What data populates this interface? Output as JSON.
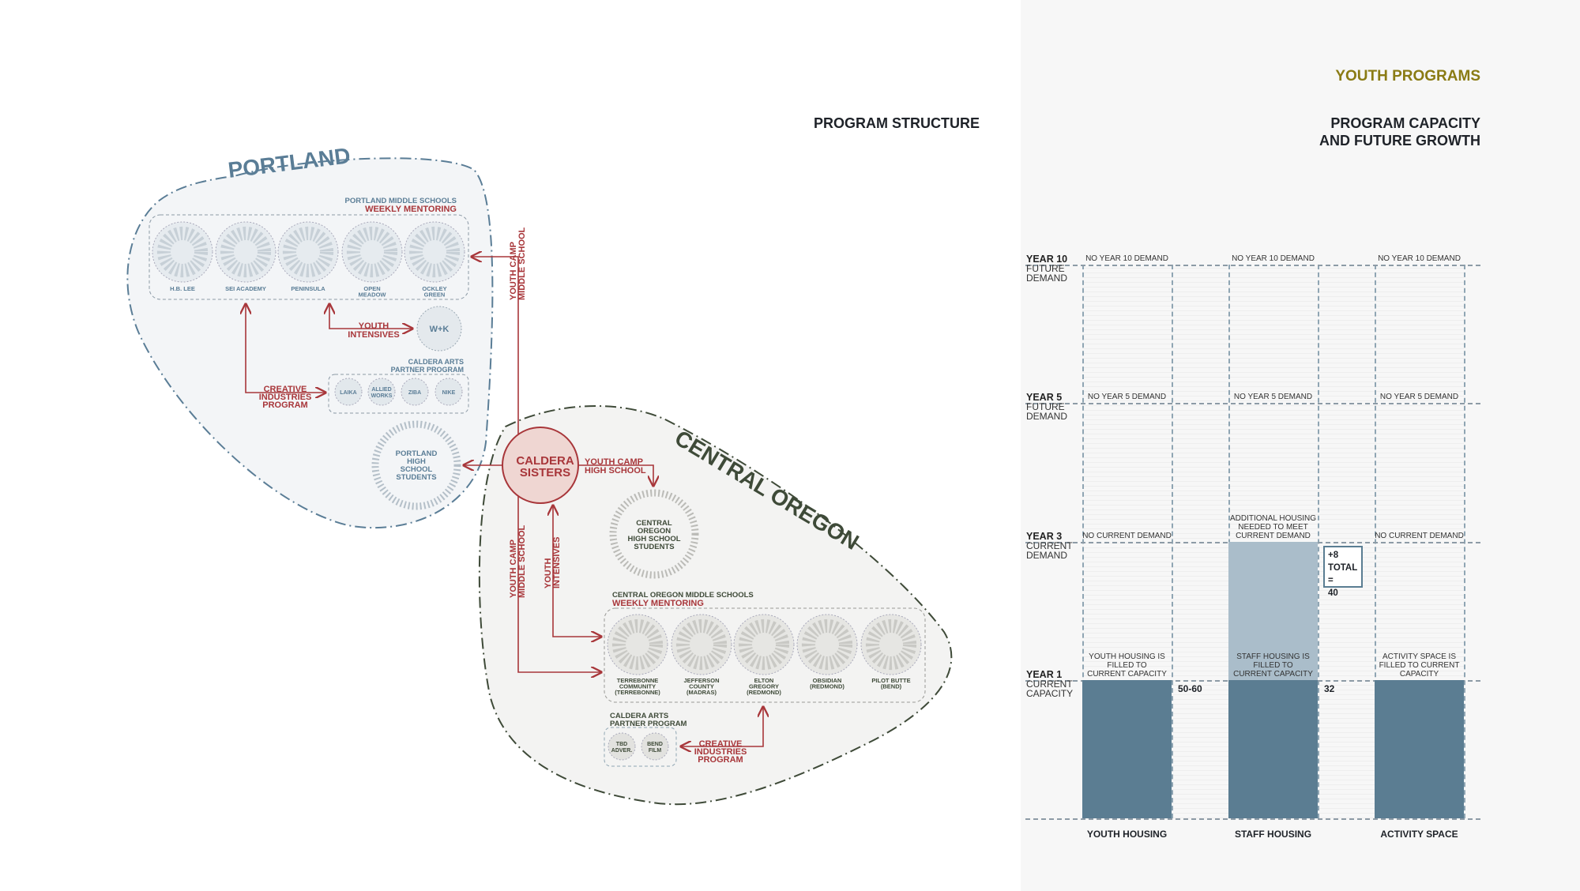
{
  "header": {
    "section_title": "YOUTH PROGRAMS",
    "left_title": "PROGRAM STRUCTURE",
    "right_title_line1": "PROGRAM CAPACITY",
    "right_title_line2": "AND FUTURE GROWTH"
  },
  "colors": {
    "accent_red": "#a8363a",
    "portland_blue": "#5a7d96",
    "oregon_green": "#3e4a38",
    "bar": "#5b7d92",
    "bar_light": "#aabdca",
    "olive": "#8a7b14"
  },
  "diagram": {
    "portland": {
      "title": "PORTLAND",
      "middle_header": "PORTLAND MIDDLE SCHOOLS",
      "middle_program": "WEEKLY MENTORING",
      "schools": [
        [
          "H.B. LEE"
        ],
        [
          "SEI ACADEMY"
        ],
        [
          "PENINSULA"
        ],
        [
          "OPEN",
          "MEADOW"
        ],
        [
          "OCKLEY",
          "GREEN"
        ]
      ],
      "youth_intensives": [
        "YOUTH",
        "INTENSIVES"
      ],
      "wk": "W+K",
      "partner_header": [
        "CALDERA ARTS",
        "PARTNER PROGRAM"
      ],
      "partners": [
        [
          "LAIKA"
        ],
        [
          "ALLIED",
          "WORKS"
        ],
        [
          "ZIBA"
        ],
        [
          "NIKE"
        ]
      ],
      "creative": [
        "CREATIVE",
        "INDUSTRIES",
        "PROGRAM"
      ],
      "high_school": [
        "PORTLAND",
        "HIGH",
        "SCHOOL",
        "STUDENTS"
      ]
    },
    "caldera": [
      "CALDERA",
      "SISTERS"
    ],
    "youth_camp_ms": [
      "YOUTH CAMP",
      "MIDDLE SCHOOL"
    ],
    "youth_camp_hs": [
      "YOUTH CAMP",
      "HIGH SCHOOL"
    ],
    "youth_intensives": [
      "YOUTH",
      "INTENSIVES"
    ],
    "central_oregon": {
      "title": "CENTRAL OREGON",
      "high_school": [
        "CENTRAL",
        "OREGON",
        "HIGH SCHOOL",
        "STUDENTS"
      ],
      "middle_header": "CENTRAL OREGON MIDDLE SCHOOLS",
      "middle_program": "WEEKLY MENTORING",
      "schools": [
        [
          "TERREBONNE",
          "COMMUNITY",
          "(TERREBONNE)"
        ],
        [
          "JEFFERSON",
          "COUNTY",
          "(MADRAS)"
        ],
        [
          "ELTON",
          "GREGORY",
          "(REDMOND)"
        ],
        [
          "OBSIDIAN",
          "(REDMOND)"
        ],
        [
          "PILOT BUTTE",
          "(BEND)"
        ]
      ],
      "partner_header": [
        "CALDERA ARTS",
        "PARTNER PROGRAM"
      ],
      "partners": [
        [
          "TBD",
          "ADVER."
        ],
        [
          "BEND",
          "FILM"
        ]
      ],
      "creative": [
        "CREATIVE",
        "INDUSTRIES",
        "PROGRAM"
      ]
    }
  },
  "chart_data": {
    "type": "bar",
    "title": "PROGRAM CAPACITY AND FUTURE GROWTH",
    "categories": [
      "YOUTH HOUSING",
      "STAFF HOUSING",
      "ACTIVITY SPACE"
    ],
    "levels": [
      {
        "key": "YEAR 1",
        "label": "CURRENT CAPACITY"
      },
      {
        "key": "YEAR 3",
        "label": "CURRENT DEMAND"
      },
      {
        "key": "YEAR 5",
        "label": "FUTURE DEMAND"
      },
      {
        "key": "YEAR 10",
        "label": "FUTURE DEMAND"
      }
    ],
    "series": [
      {
        "name": "Current capacity",
        "values": [
          1,
          1,
          1
        ],
        "color": "#5b7d92"
      },
      {
        "name": "Additional demand",
        "values": [
          0,
          1,
          0
        ],
        "color": "#aabdca"
      }
    ],
    "capacity_labels": [
      "50-60",
      "32",
      ""
    ],
    "additional_box": [
      "+8",
      "TOTAL =",
      "40"
    ],
    "notes": {
      "year10": [
        "NO YEAR 10 DEMAND",
        "NO YEAR 10 DEMAND",
        "NO YEAR 10 DEMAND"
      ],
      "year5": [
        "NO YEAR 5 DEMAND",
        "NO YEAR 5 DEMAND",
        "NO YEAR 5 DEMAND"
      ],
      "year3": [
        [
          "NO CURRENT DEMAND"
        ],
        [
          "ADDITIONAL HOUSING",
          "NEEDED TO MEET",
          "CURRENT DEMAND"
        ],
        [
          "NO CURRENT DEMAND"
        ]
      ],
      "year1": [
        [
          "YOUTH HOUSING IS",
          "FILLED TO",
          "CURRENT CAPACITY"
        ],
        [
          "STAFF HOUSING IS",
          "FILLED TO",
          "CURRENT CAPACITY"
        ],
        [
          "ACTIVITY SPACE IS",
          "FILLED TO CURRENT",
          "CAPACITY"
        ]
      ]
    }
  }
}
